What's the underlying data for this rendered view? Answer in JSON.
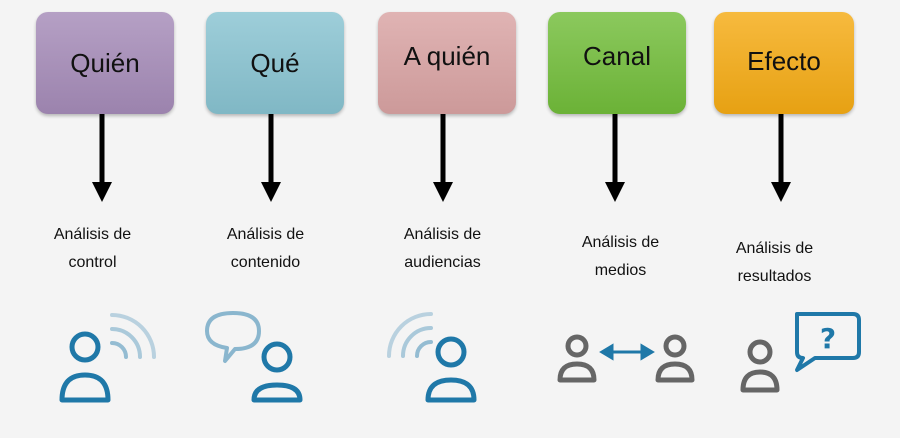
{
  "stages": [
    {
      "title": "Quién",
      "label_lines": [
        "Análisis de",
        "control"
      ],
      "color": "#a58bb8",
      "icon": "person-broadcast-icon",
      "icon_color": "#1f78a8"
    },
    {
      "title": "Qué",
      "label_lines": [
        "Análisis de",
        "contenido"
      ],
      "color": "#88c3d1",
      "icon": "person-speech-bubble-icon",
      "icon_color": "#1f78a8"
    },
    {
      "title": "A quién",
      "label_lines": [
        "Análisis de",
        "audiencias"
      ],
      "color": "#d9a3a3",
      "icon": "person-receiving-signal-icon",
      "icon_color": "#1f78a8"
    },
    {
      "title": "Canal",
      "label_lines": [
        "Análisis de",
        "medios"
      ],
      "color": "#72bd3a",
      "icon": "two-people-exchange-icon",
      "icon_color": "#666666"
    },
    {
      "title": "Efecto",
      "label_lines": [
        "Análisis de",
        "resultados"
      ],
      "color": "#f5ab14",
      "icon": "person-question-icon",
      "icon_color": "#666666"
    }
  ]
}
